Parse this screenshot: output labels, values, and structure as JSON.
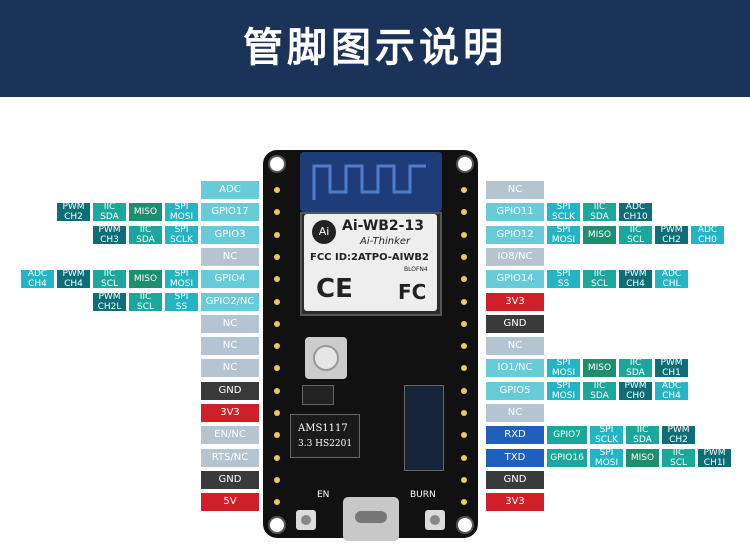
{
  "title": "管脚图示说明",
  "module": {
    "model": "Ai-WB2-13",
    "brand": "Ai-Thinker",
    "fcc_id": "FCC ID:2ATPO-AIWB2",
    "code": "BLOFN4",
    "ce_mark": "CE",
    "fc_mark": "FC",
    "logo_text": "Ai"
  },
  "board": {
    "regulator_line1": "AMS1117",
    "regulator_line2": "3.3  HS2201",
    "en_label": "EN",
    "burn_label": "BURN"
  },
  "colors": {
    "pin_gpio": "#67ccd8",
    "pin_nc": "#b4c4d0",
    "pin_gnd": "#3a3a3a",
    "pin_power": "#d11f2a",
    "pin_uart": "#1f5fbd",
    "func_iic": "#1ba79b",
    "func_green": "#1d8f6e",
    "func_teal": "#0d6e78",
    "func_light": "#24b4c3"
  },
  "left_pins": [
    {
      "label": "ADC",
      "type": "gpio",
      "functions": []
    },
    {
      "label": "GPIO17",
      "type": "gpio",
      "functions": [
        {
          "label": "SPI\nMOSI",
          "type": "light"
        },
        {
          "label": "MISO",
          "type": "green"
        },
        {
          "label": "IIC\nSDA",
          "type": "iic"
        },
        {
          "label": "PWM\nCH2",
          "type": "teal"
        }
      ]
    },
    {
      "label": "GPIO3",
      "type": "gpio",
      "functions": [
        {
          "label": "SPI\nSCLK",
          "type": "light"
        },
        {
          "label": "IIC\nSDA",
          "type": "iic"
        },
        {
          "label": "PWM\nCH3",
          "type": "teal"
        }
      ]
    },
    {
      "label": "NC",
      "type": "nc",
      "functions": []
    },
    {
      "label": "GPIO4",
      "type": "gpio",
      "functions": [
        {
          "label": "SPI\nMOSI",
          "type": "light"
        },
        {
          "label": "MISO",
          "type": "green"
        },
        {
          "label": "IIC\nSCL",
          "type": "iic"
        },
        {
          "label": "PWM\nCH4",
          "type": "teal"
        },
        {
          "label": "ADC\nCH4",
          "type": "light"
        }
      ]
    },
    {
      "label": "GPIO2/NC",
      "type": "gpio",
      "functions": [
        {
          "label": "SPI\nSS",
          "type": "light"
        },
        {
          "label": "IIC\nSCL",
          "type": "iic"
        },
        {
          "label": "PWM\nCH2L",
          "type": "teal"
        }
      ]
    },
    {
      "label": "NC",
      "type": "nc",
      "functions": []
    },
    {
      "label": "NC",
      "type": "nc",
      "functions": []
    },
    {
      "label": "NC",
      "type": "nc",
      "functions": []
    },
    {
      "label": "GND",
      "type": "gnd",
      "functions": []
    },
    {
      "label": "3V3",
      "type": "power",
      "functions": []
    },
    {
      "label": "EN/NC",
      "type": "nc",
      "functions": []
    },
    {
      "label": "RTS/NC",
      "type": "nc",
      "functions": []
    },
    {
      "label": "GND",
      "type": "gnd",
      "functions": []
    },
    {
      "label": "5V",
      "type": "power",
      "functions": []
    }
  ],
  "right_pins": [
    {
      "label": "NC",
      "type": "nc",
      "functions": []
    },
    {
      "label": "GPIO11",
      "type": "gpio",
      "functions": [
        {
          "label": "SPI\nSCLK",
          "type": "light"
        },
        {
          "label": "IIC\nSDA",
          "type": "iic"
        },
        {
          "label": "ADC\nCH10",
          "type": "teal"
        }
      ]
    },
    {
      "label": "GPIO12",
      "type": "gpio",
      "functions": [
        {
          "label": "SPI\nMOSI",
          "type": "light"
        },
        {
          "label": "MISO",
          "type": "green"
        },
        {
          "label": "IIC\nSCL",
          "type": "iic"
        },
        {
          "label": "PWM\nCH2",
          "type": "teal"
        },
        {
          "label": "ADC\nCH0",
          "type": "light"
        }
      ]
    },
    {
      "label": "IO8/NC",
      "type": "nc",
      "functions": []
    },
    {
      "label": "GPIO14",
      "type": "gpio",
      "functions": [
        {
          "label": "SPI\nSS",
          "type": "light"
        },
        {
          "label": "IIC\nSCL",
          "type": "iic"
        },
        {
          "label": "PWM\nCH4",
          "type": "teal"
        },
        {
          "label": "ADC\nCHL",
          "type": "light"
        }
      ]
    },
    {
      "label": "3V3",
      "type": "power",
      "functions": []
    },
    {
      "label": "GND",
      "type": "gnd",
      "functions": []
    },
    {
      "label": "NC",
      "type": "nc",
      "functions": []
    },
    {
      "label": "IO1/NC",
      "type": "gpio",
      "functions": [
        {
          "label": "SPI\nMOSI",
          "type": "light"
        },
        {
          "label": "MISO",
          "type": "green"
        },
        {
          "label": "IIC\nSDA",
          "type": "iic"
        },
        {
          "label": "PWM\nCH1",
          "type": "teal"
        }
      ]
    },
    {
      "label": "GPIO5",
      "type": "gpio",
      "functions": [
        {
          "label": "SPI\nMOSI",
          "type": "light"
        },
        {
          "label": "IIC\nSDA",
          "type": "iic"
        },
        {
          "label": "PWM\nCH0",
          "type": "teal"
        },
        {
          "label": "ADC\nCH4",
          "type": "light"
        }
      ]
    },
    {
      "label": "NC",
      "type": "nc",
      "functions": []
    },
    {
      "label": "RXD",
      "type": "uart",
      "functions": [
        {
          "label": "GPIO7",
          "type": "iic"
        },
        {
          "label": "SPI\nSCLK",
          "type": "light"
        },
        {
          "label": "IIC\nSDA",
          "type": "iic"
        },
        {
          "label": "PWM\nCH2",
          "type": "teal"
        }
      ]
    },
    {
      "label": "TXD",
      "type": "uart",
      "functions": [
        {
          "label": "GPIO16",
          "type": "iic"
        },
        {
          "label": "SPI\nMOSI",
          "type": "light"
        },
        {
          "label": "MISO",
          "type": "green"
        },
        {
          "label": "IIC\nSCL",
          "type": "iic"
        },
        {
          "label": "PWM\nCH1I",
          "type": "teal"
        }
      ]
    },
    {
      "label": "GND",
      "type": "gnd",
      "functions": []
    },
    {
      "label": "3V3",
      "type": "power",
      "functions": []
    }
  ]
}
